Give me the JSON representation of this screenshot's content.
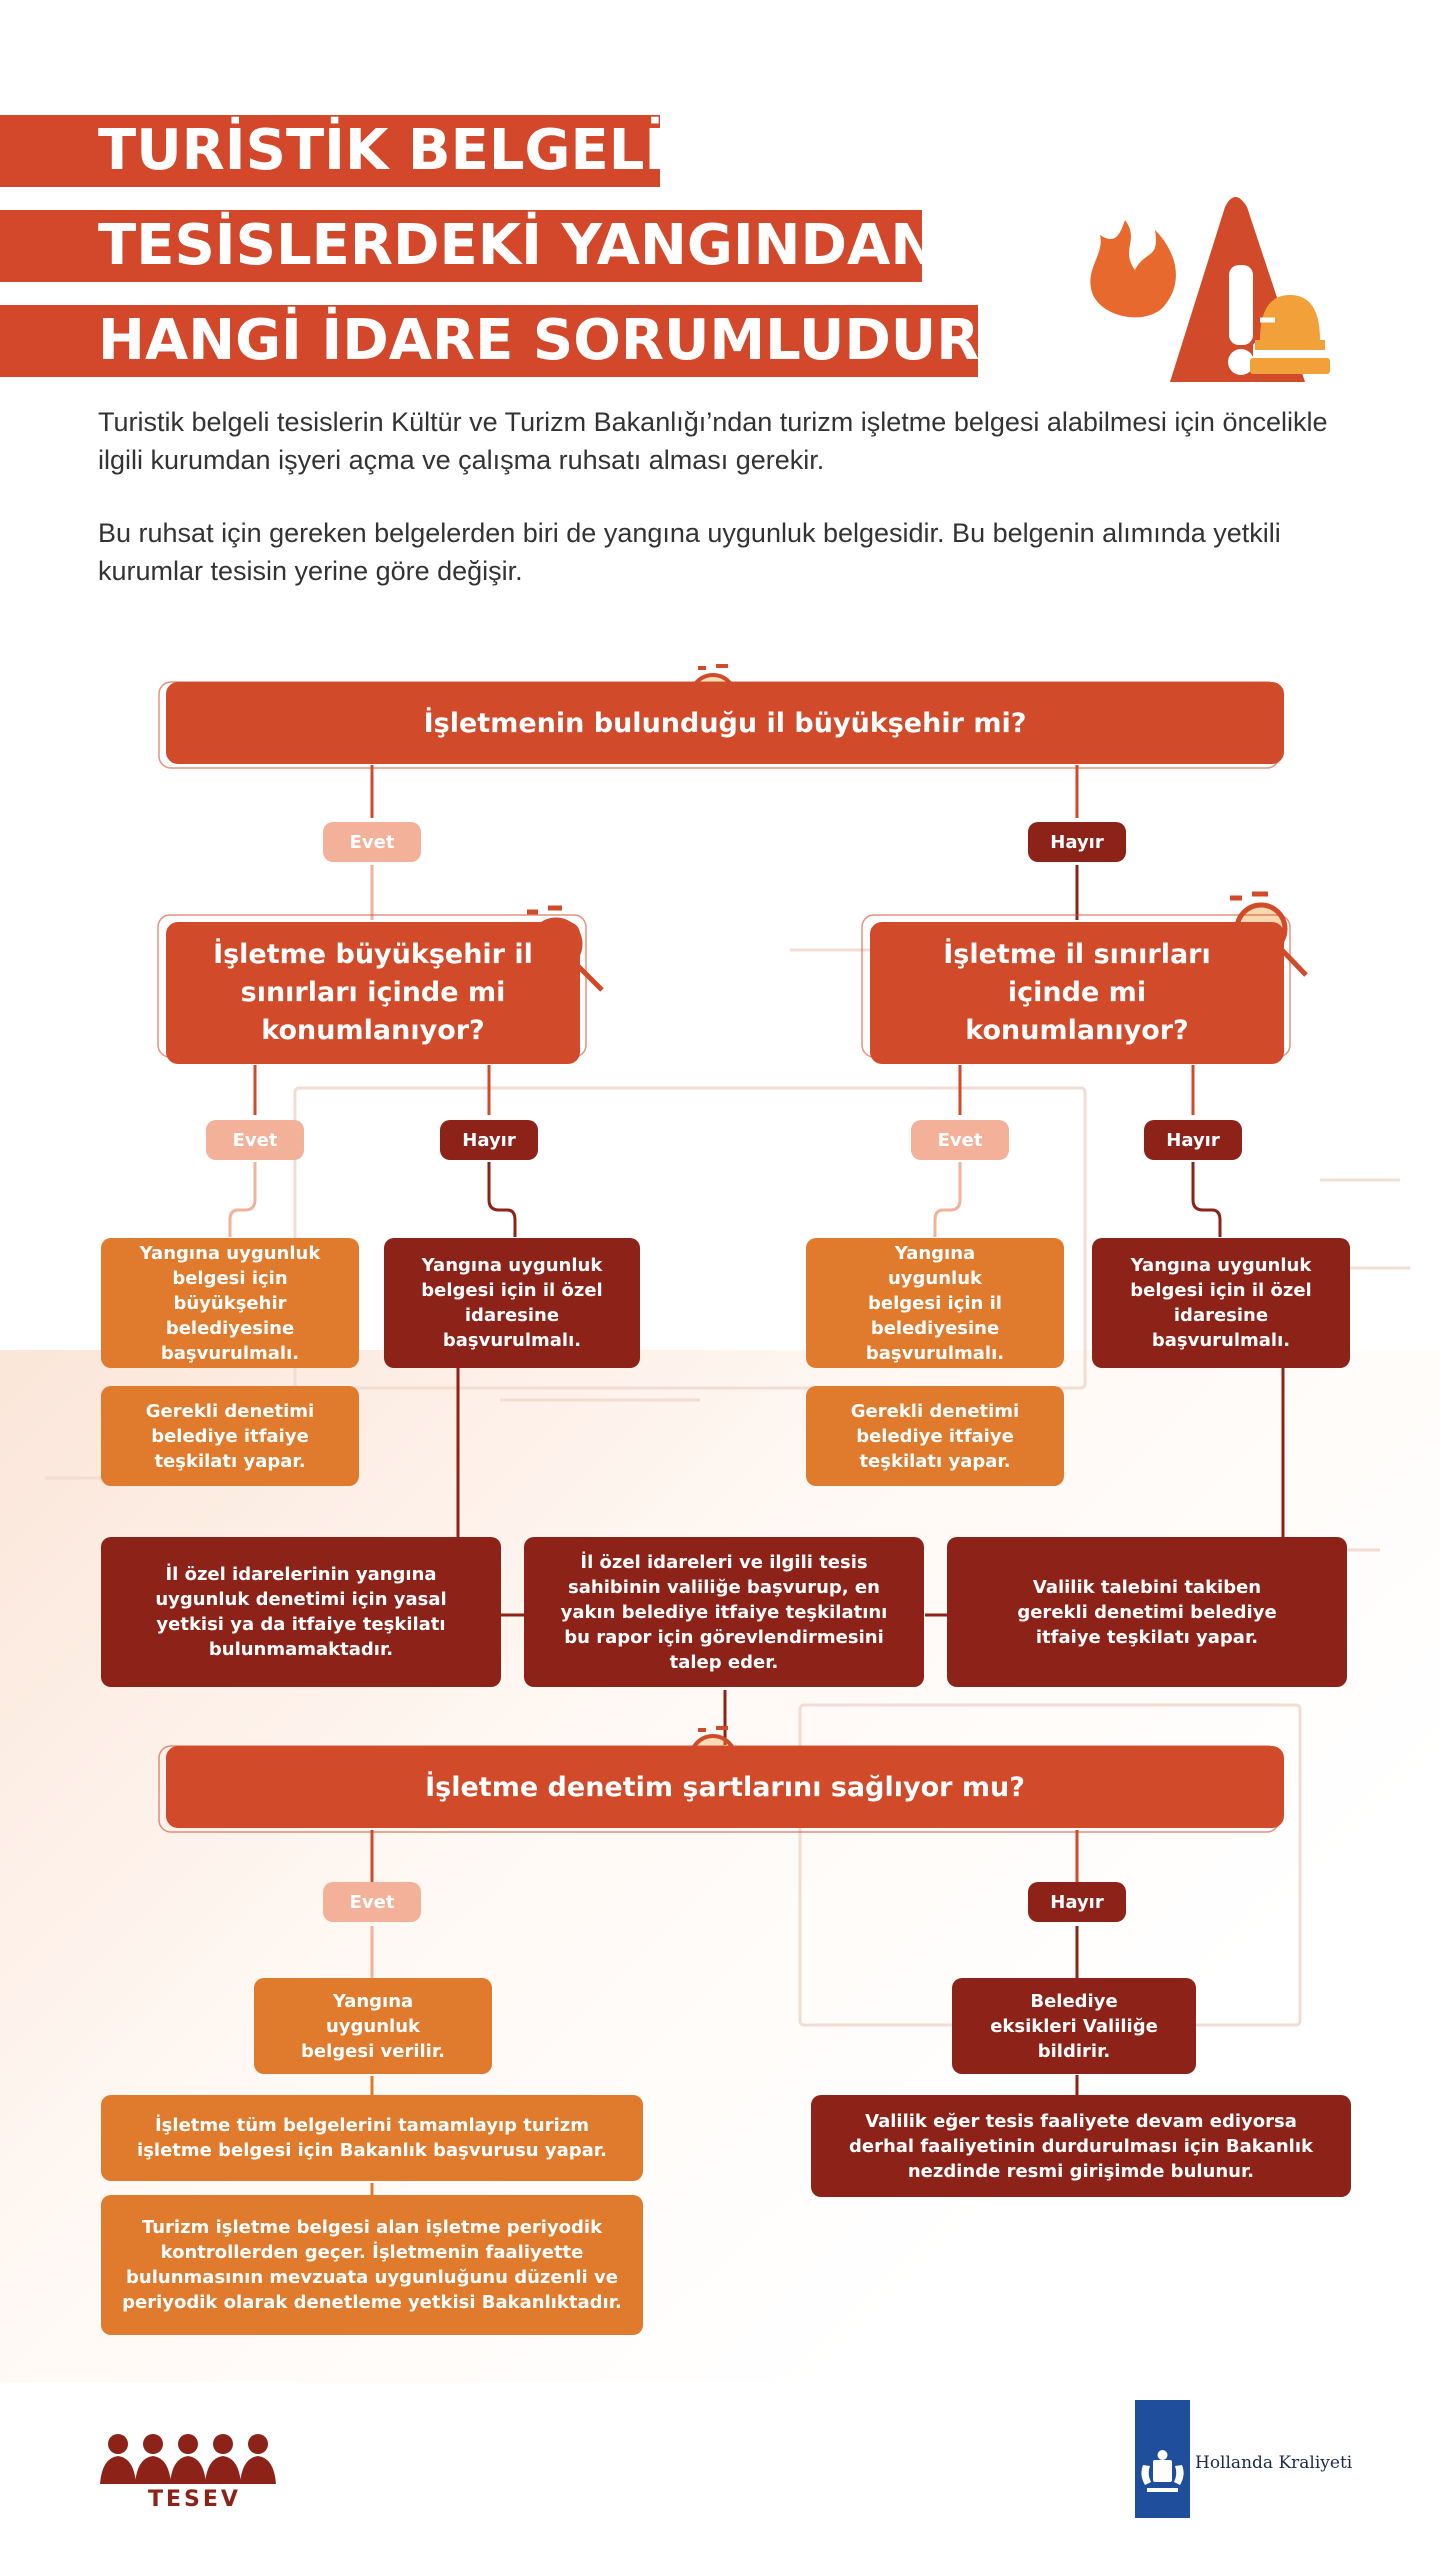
{
  "header": {
    "title_lines": [
      "TURİSTİK BELGELİ",
      "TESİSLERDEKİ YANGINDAN",
      "HANGİ İDARE SORUMLUDUR?"
    ],
    "icon": "fire-warning-alarm-icon"
  },
  "intro": {
    "paragraph1": "Turistik belgeli tesislerin Kültür ve Turizm Bakanlığı’ndan turizm işletme belgesi alabilmesi için öncelikle ilgili kurumdan işyeri açma ve çalışma ruhsatı alması gerekir.",
    "paragraph2": "Bu ruhsat için gereken belgelerden biri de yangına uygunluk belgesidir. Bu belgenin alımında yetkili kurumlar tesisin yerine göre değişir."
  },
  "flow": {
    "q1": "İşletmenin bulunduğu il büyükşehir mi?",
    "q1_yes": "Evet",
    "q1_no": "Hayır",
    "q2_left": "İşletme büyükşehir il sınırları içinde mi konumlanıyor?",
    "q2_right": "İşletme il sınırları içinde mi konumlanıyor?",
    "l_yes": "Evet",
    "l_no": "Hayır",
    "r_yes": "Evet",
    "r_no": "Hayır",
    "box_l_yes": "Yangına uygunluk belgesi için büyükşehir belediyesine başvurulmalı.",
    "box_l_yes2": "Gerekli denetimi belediye itfaiye teşkilatı yapar.",
    "box_l_no": "Yangına uygunluk belgesi için il özel idaresine başvurulmalı.",
    "box_r_yes": "Yangına uygunluk belgesi için il belediyesine başvurulmalı.",
    "box_r_yes2": "Gerekli denetimi belediye itfaiye teşkilatı yapar.",
    "box_r_no": "Yangına uygunluk belgesi için il özel idaresine başvurulmalı.",
    "mid_left": "İl özel idarelerinin yangına uygunluk denetimi için yasal yetkisi ya da itfaiye teşkilatı bulunmamaktadır.",
    "mid_center": "İl özel idareleri ve ilgili tesis sahibinin valiliğe başvurup, en yakın belediye itfaiye teşkilatını bu rapor için görevlendirmesini talep eder.",
    "mid_right": "Valilik talebini takiben gerekli denetimi belediye itfaiye teşkilatı yapar.",
    "q3": "İşletme denetim şartlarını sağlıyor mu?",
    "q3_yes": "Evet",
    "q3_no": "Hayır",
    "yes_1": "Yangına uygunluk belgesi verilir.",
    "yes_2": "İşletme tüm belgelerini tamamlayıp turizm işletme belgesi için Bakanlık başvurusu yapar.",
    "yes_3": "Turizm işletme belgesi alan işletme periyodik kontrollerden geçer. İşletmenin faaliyette bulunmasının mevzuata uygunluğunu düzenli ve periyodik olarak denetleme yetkisi Bakanlıktadır.",
    "no_1": "Belediye eksikleri Valiliğe bildirir.",
    "no_2": "Valilik eğer tesis faaliyete devam ediyorsa derhal faaliyetinin durdurulması için Bakanlık nezdinde resmi girişimde bulunur."
  },
  "footer": {
    "left_logo": "TESEV",
    "right_logo": "Hollanda Kraliyeti"
  },
  "colors": {
    "primary_red": "#d14a29",
    "dark_red": "#8d2218",
    "orange": "#e07a2c",
    "light_salmon": "#f2b198"
  }
}
